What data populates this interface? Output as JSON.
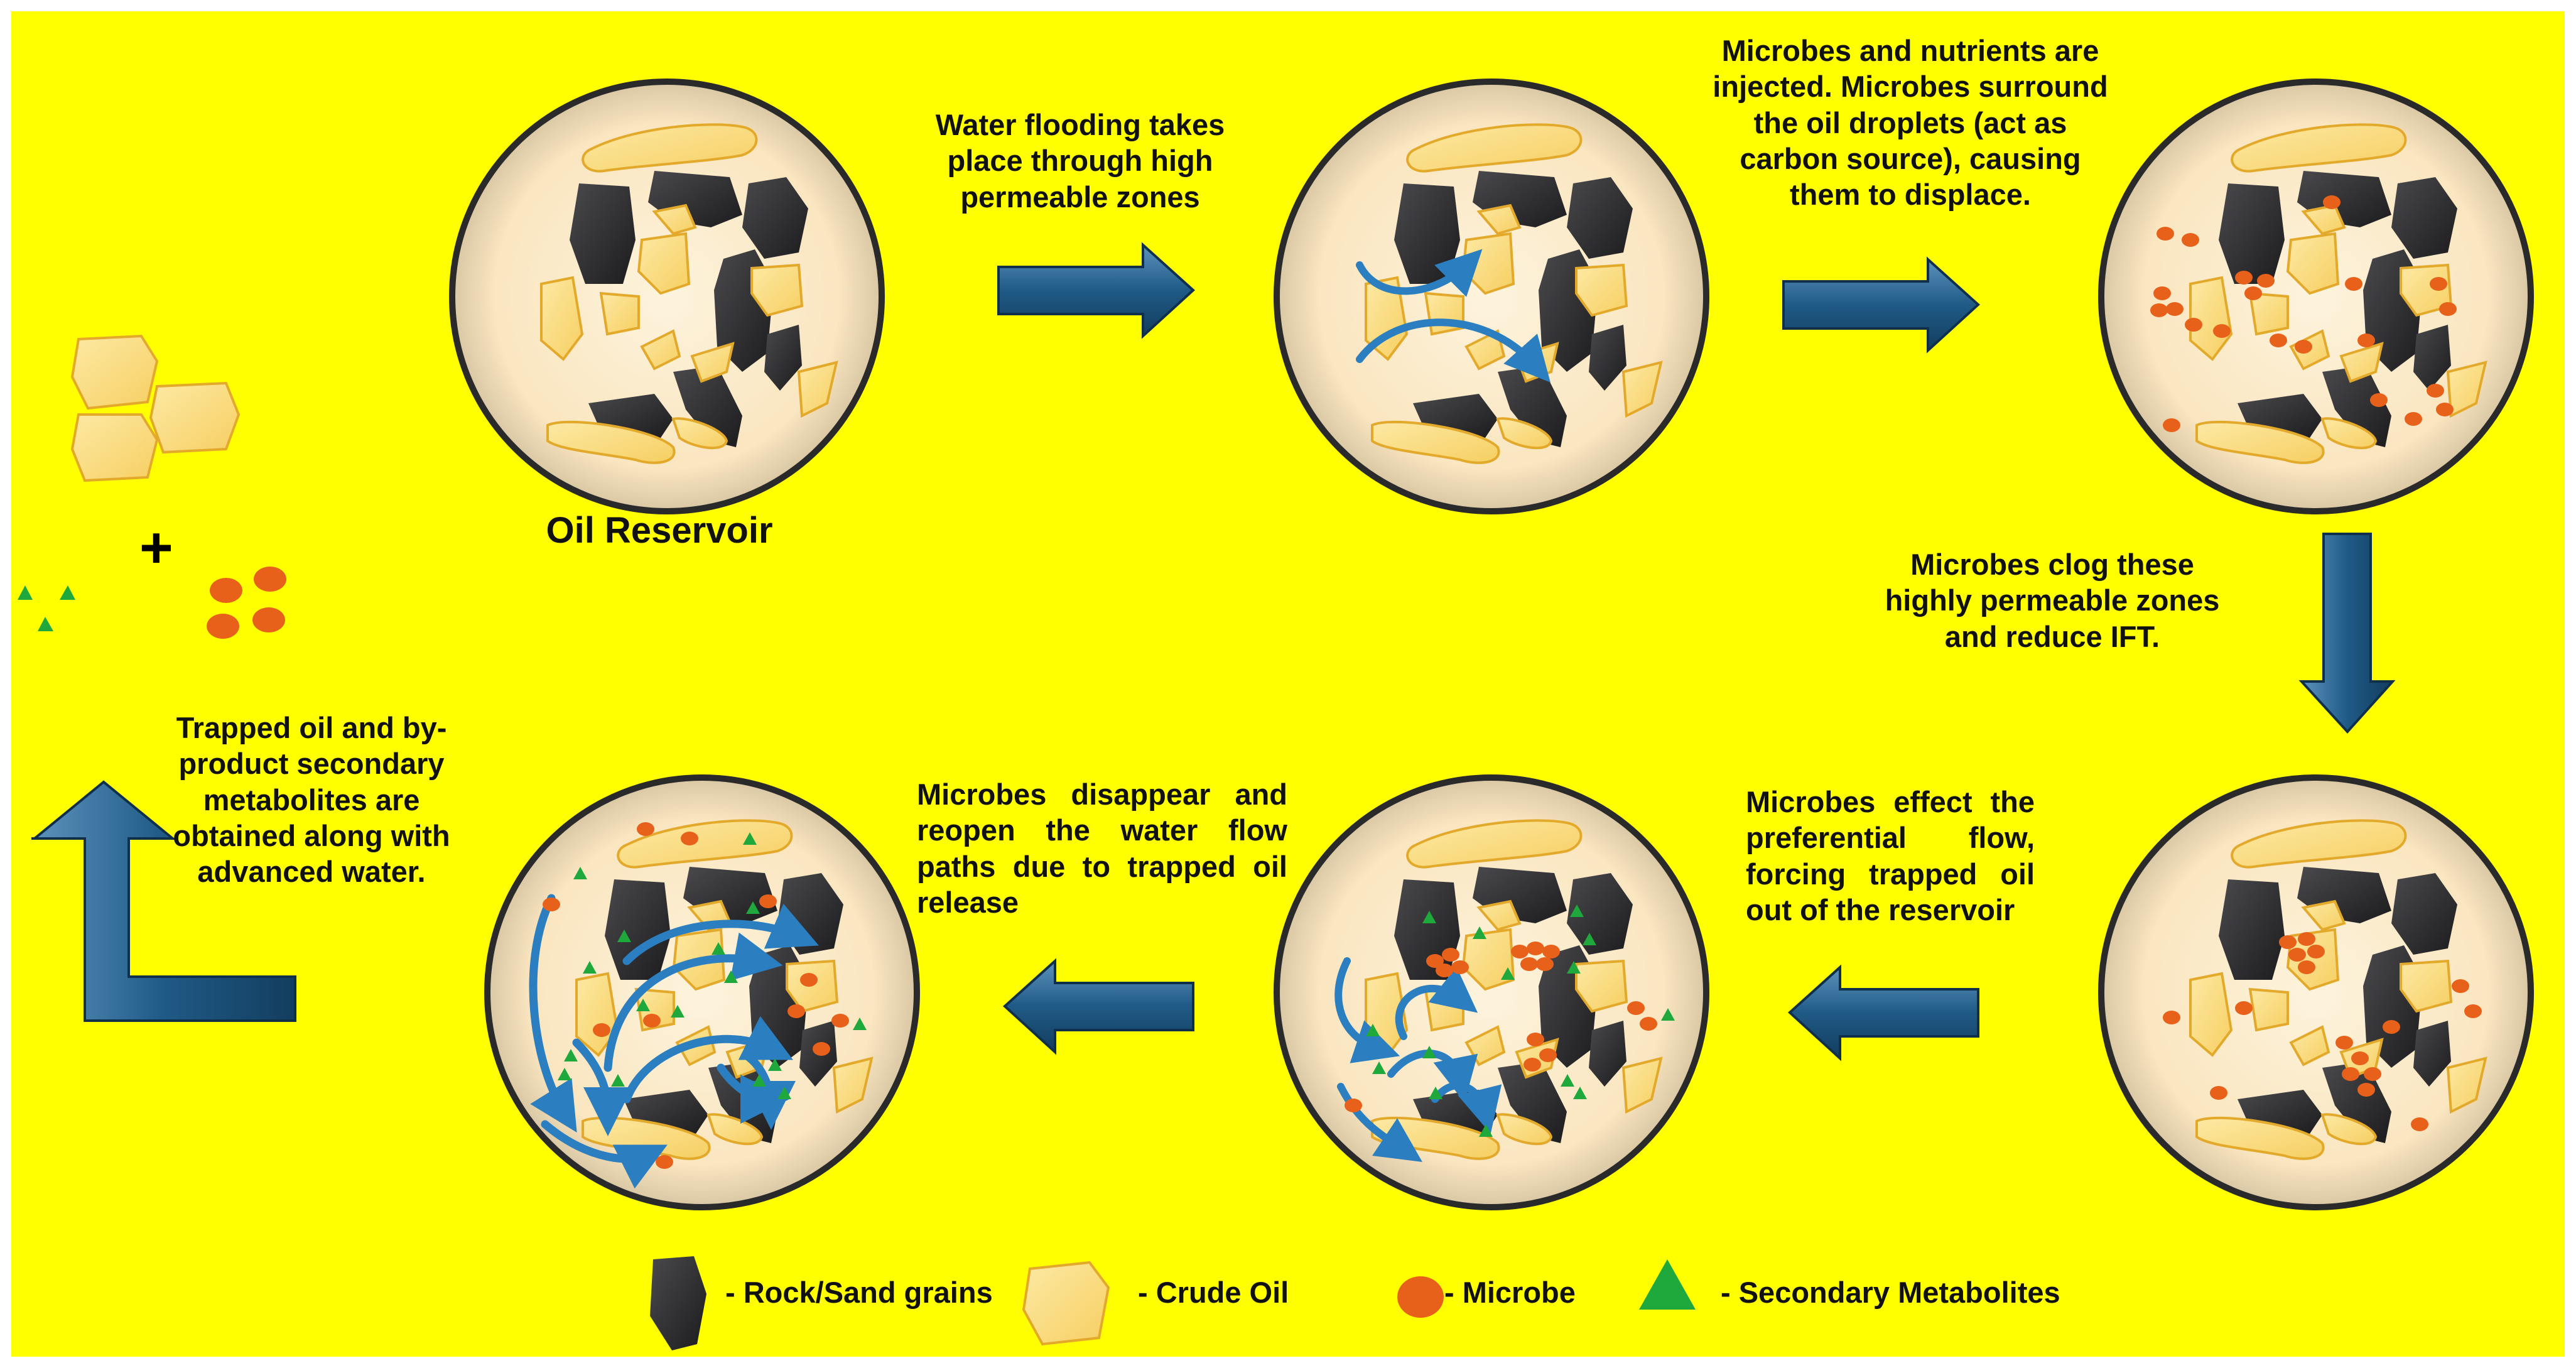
{
  "labels": {
    "reservoir": "Oil Reservoir",
    "step1": "Water flooding takes place through high permeable zones",
    "step2": "Microbes and nutrients are injected. Microbes surround the oil droplets (act as carbon source), causing them to displace.",
    "step3": "Microbes clog these highly permeable zones and reduce IFT.",
    "step4": "Microbes effect the preferential flow, forcing trapped oil out of the reservoir",
    "step5": "Microbes disappear and reopen the water flow paths due to trapped oil release",
    "final": "Trapped oil and by-product secondary metabolites are obtained along with advanced water.",
    "plus": "+"
  },
  "legend": {
    "rock": "- Rock/Sand grains",
    "oil": "- Crude Oil",
    "microbe": "- Microbe",
    "metabolite": "- Secondary Metabolites"
  },
  "colors": {
    "background": "#ffff00",
    "oil": "#f9d76e",
    "oil_border": "#e3a92b",
    "rock": "#2b2b2d",
    "microbe": "#e8611a",
    "metabolite": "#1fa83c",
    "arrow": "#1f5a86",
    "flow": "#2b7fc0",
    "circle_fill": "#fbe8c3"
  }
}
